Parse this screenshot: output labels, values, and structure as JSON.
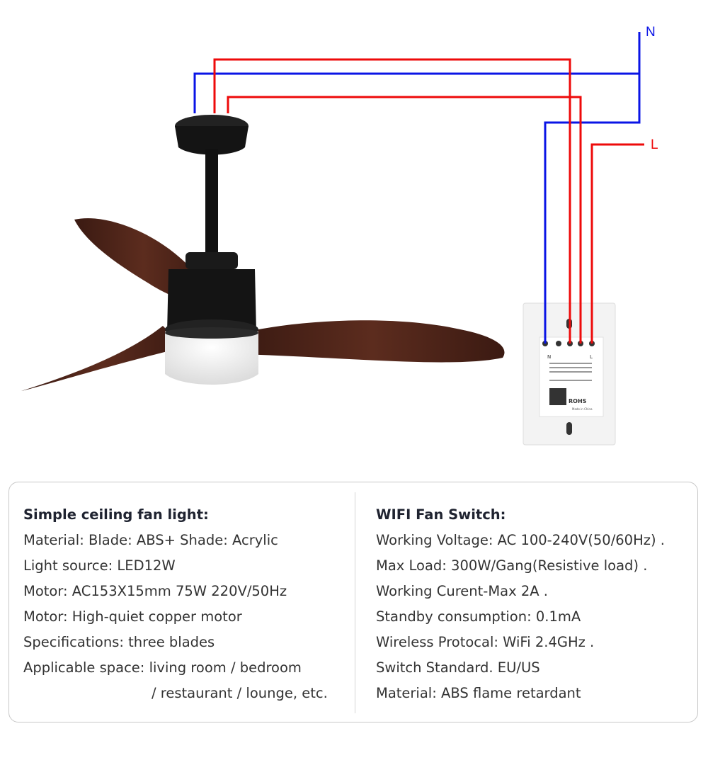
{
  "wiring": {
    "neutral_label": "N",
    "live_label": "L",
    "neutral_color": "#0a14e6",
    "live_color": "#ee0a0a"
  },
  "left_panel": {
    "title": "Simple ceiling fan light:",
    "lines": [
      "Material: Blade: ABS+ Shade: Acrylic",
      "Light source: LED12W",
      "Motor: AC153X15mm 75W 220V/50Hz",
      "Motor: High-quiet copper motor",
      "Specifications: three blades",
      "Applicable space: living room / bedroom",
      "/ restaurant / lounge, etc."
    ]
  },
  "right_panel": {
    "title": "WIFI Fan Switch:",
    "lines": [
      "Working Voltage: AC 100-240V(50/60Hz) .",
      "Max Load: 300W/Gang(Resistive load) .",
      "Working Curent-Max 2A .",
      "Standby consumption: 0.1mA",
      "Wireless Protocal: WiFi 2.4GHz .",
      "Switch Standard. EU/US",
      "Material: ABS flame retardant"
    ]
  },
  "switch_label": {
    "terminal_n": "N",
    "terminal_l": "L",
    "certification": "ROHS",
    "origin": "Made in China"
  }
}
